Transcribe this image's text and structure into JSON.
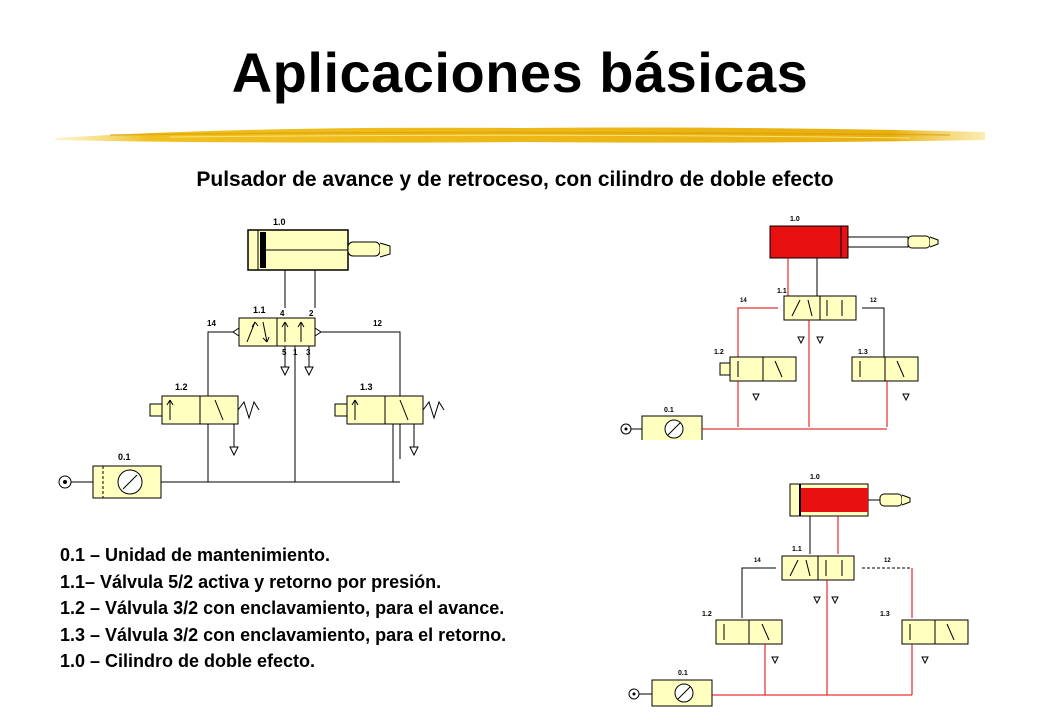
{
  "slide": {
    "title": "Aplicaciones básicas",
    "subtitle": "Pulsador de avance y de retroceso, con cilindro de doble efecto"
  },
  "legend": [
    "0.1   – Unidad de mantenimiento.",
    "1.1– Válvula 5/2 activa y retorno por presión.",
    "1.2   – Válvula 3/2 con enclavamiento, para el avance.",
    "1.3   – Válvula 3/2 con enclavamiento, para el retorno.",
    "1.0 – Cilindro de doble efecto."
  ],
  "labels": {
    "cylinder": "1.0",
    "main_valve": "1.1",
    "advance_valve": "1.2",
    "return_valve": "1.3",
    "service_unit": "0.1",
    "port_14": "14",
    "port_12": "12",
    "port_4": "4",
    "port_2": "2",
    "port_5": "5",
    "port_1": "1",
    "port_3": "3"
  },
  "colors": {
    "component_fill": "#ffffc0",
    "line": "#000000",
    "pressure": "#e00000",
    "cylinder_active": "#e81010",
    "underline": "#f0c020"
  },
  "diagrams": [
    {
      "name": "circuit-rest",
      "state": "rest"
    },
    {
      "name": "circuit-advance",
      "state": "advance"
    },
    {
      "name": "circuit-return",
      "state": "return"
    }
  ]
}
